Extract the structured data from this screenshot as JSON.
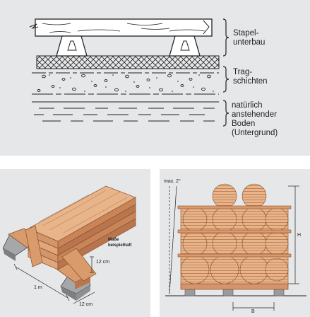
{
  "cross_section": {
    "label_stapel_1": "Stapel-",
    "label_stapel_2": "unterbau",
    "label_trag_1": "Trag-",
    "label_trag_2": "schichten",
    "label_boden_1": "natürlich",
    "label_boden_2": "anstehender",
    "label_boden_3": "Boden",
    "label_boden_4": "(Untergrund)"
  },
  "stack_3d": {
    "note_1": "Maße",
    "note_2": "beispielhaft",
    "dim_length": "1 m",
    "dim_height": "12 cm",
    "dim_width": "12 cm"
  },
  "round_stack": {
    "angle_label": "max. 2°",
    "height_label": "H",
    "width_label": "B"
  },
  "colors": {
    "panel_bg": "#e6e7e9",
    "wood_light": "#e8b48a",
    "wood_mid": "#d4956a",
    "wood_dark": "#b8754e",
    "concrete": "#9a9b9d"
  }
}
